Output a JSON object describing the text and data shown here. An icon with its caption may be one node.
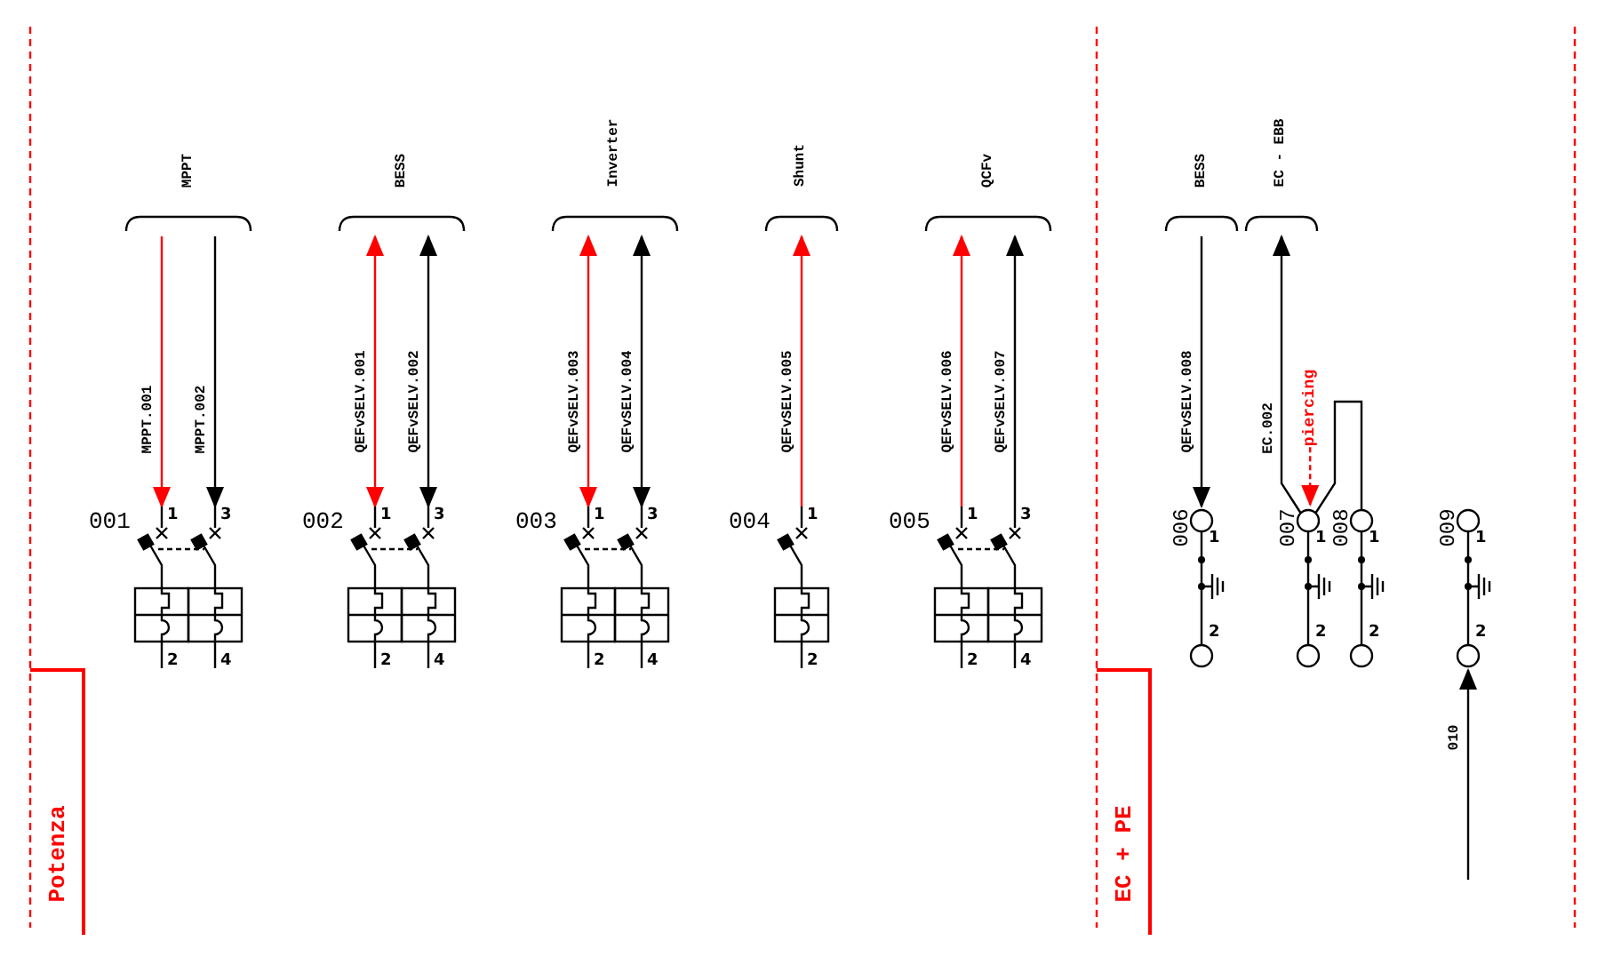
{
  "diagram": {
    "nodes": [
      {
        "text": [
          "Potenza"
        ]
      },
      {
        "text": [
          "EC + PE"
        ]
      },
      {
        "text": [
          "MPPT"
        ]
      },
      {
        "text": [
          "BESS"
        ]
      },
      {
        "text": [
          "Inverter"
        ]
      },
      {
        "text": [
          "Shunt"
        ]
      },
      {
        "text": [
          "QCFv"
        ]
      },
      {
        "text": [
          "BESS"
        ]
      },
      {
        "text": [
          "EC - EBB"
        ]
      },
      {
        "text": [
          "001",
          "1",
          "3",
          "2",
          "4"
        ]
      },
      {
        "text": [
          "002",
          "1",
          "3",
          "2",
          "4"
        ]
      },
      {
        "text": [
          "003",
          "1",
          "3",
          "2",
          "4"
        ]
      },
      {
        "text": [
          "004",
          "1",
          "2"
        ]
      },
      {
        "text": [
          "005",
          "1",
          "3",
          "2",
          "4"
        ]
      },
      {
        "text": [
          "006",
          "1",
          "2"
        ]
      },
      {
        "text": [
          "007",
          "1",
          "2"
        ]
      },
      {
        "text": [
          "008",
          "1",
          "2"
        ]
      },
      {
        "text": [
          "009",
          "1",
          "2"
        ]
      },
      {
        "text": [
          "piercing"
        ]
      }
    ],
    "edges": [
      {
        "from": 2,
        "to": 9,
        "arrow": "to",
        "label": "MPPT.001",
        "color": "#ff0000"
      },
      {
        "from": 2,
        "to": 9,
        "arrow": "to",
        "label": "MPPT.002"
      },
      {
        "from": 3,
        "to": 10,
        "arrow": "both",
        "label": "QEFvSELV.001",
        "color": "#ff0000"
      },
      {
        "from": 3,
        "to": 10,
        "arrow": "both",
        "label": "QEFvSELV.002"
      },
      {
        "from": 4,
        "to": 11,
        "arrow": "both",
        "label": "QEFvSELV.003",
        "color": "#ff0000"
      },
      {
        "from": 4,
        "to": 11,
        "arrow": "both",
        "label": "QEFvSELV.004"
      },
      {
        "from": 12,
        "to": 5,
        "arrow": "to",
        "label": "QEFvSELV.005",
        "color": "#ff0000"
      },
      {
        "from": 13,
        "to": 6,
        "arrow": "to",
        "label": "QEFvSELV.006",
        "color": "#ff0000"
      },
      {
        "from": 13,
        "to": 6,
        "arrow": "to",
        "label": "QEFvSELV.007"
      },
      {
        "from": 7,
        "to": 14,
        "arrow": "to",
        "label": "QEFvSELV.008"
      },
      {
        "from": 15,
        "to": 8,
        "arrow": "to",
        "label": "EC.002"
      },
      {
        "from": 15,
        "to": 16,
        "arrow": "none"
      },
      {
        "from": 18,
        "to": 15,
        "arrow": "to",
        "style": "dashed",
        "color": "#ff0000"
      },
      {
        "from": null,
        "to": 17,
        "arrow": "to",
        "label": "010"
      }
    ]
  }
}
